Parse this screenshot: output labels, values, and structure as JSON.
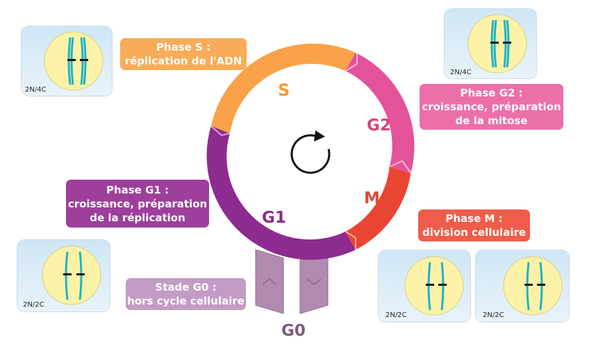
{
  "phases": {
    "S": "S",
    "G2": "G2",
    "M": "M",
    "G1": "G1",
    "G0": "G0"
  },
  "labels": {
    "s": [
      "Phase S :",
      "réplication de l'ADN"
    ],
    "g2": [
      "Phase G2 :",
      "croissance, préparation",
      "de la mitose"
    ],
    "g1": [
      "Phase G1 :",
      "croissance, préparation",
      "de la réplication"
    ],
    "m": [
      "Phase M :",
      "division cellulaire"
    ],
    "g0": [
      "Stade G0 :",
      "hors cycle cellulaire"
    ]
  },
  "cells": {
    "s_cell": "2N/4C",
    "g2_cell": "2N/4C",
    "g0_cell": "2N/2C",
    "m_cell_left": "2N/2C",
    "m_cell_right": "2N/2C"
  },
  "colors": {
    "s": "#f9a24a",
    "g2": "#e4529a",
    "m": "#ea4432",
    "g1": "#8e2b90",
    "g0": "#b18ab0",
    "label_s": "#f8ac5a",
    "label_g2": "#ec6fa9",
    "label_g1": "#9d3f9b",
    "label_m": "#ef5d4a",
    "label_g0": "#c39bc4",
    "chromosome": "#1eb3c4",
    "nucleus": "#fbf2a8"
  },
  "icons": {
    "center": "cycle-arrow-icon"
  }
}
